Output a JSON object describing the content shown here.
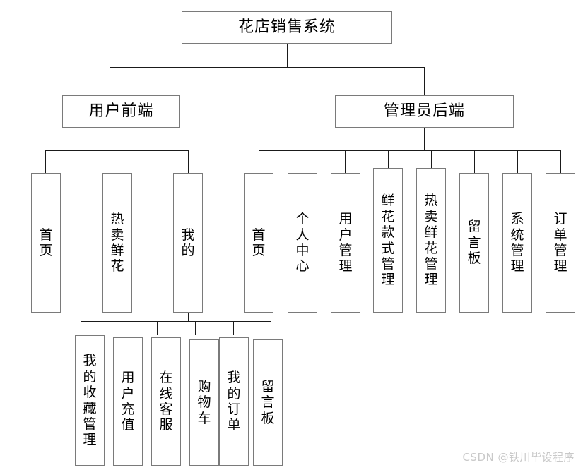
{
  "diagram": {
    "type": "tree",
    "title": "花店销售系统",
    "orientation": "top-down",
    "watermark": "CSDN @铁川毕设程序",
    "colors": {
      "box_border": "#7a7a7a",
      "line": "#1a1a1a",
      "text": "#000000",
      "background": "#ffffff",
      "watermark": "#c9c9c9"
    },
    "root": {
      "label": "花店销售系统"
    },
    "level2": [
      {
        "label": "用户前端"
      },
      {
        "label": "管理员后端"
      }
    ],
    "user_children": [
      {
        "label": "首页"
      },
      {
        "label": "热卖鲜花"
      },
      {
        "label": "我的"
      }
    ],
    "my_children": [
      {
        "label": "我的收藏管理"
      },
      {
        "label": "用户充值"
      },
      {
        "label": "在线客服"
      },
      {
        "label": "购物车"
      },
      {
        "label": "我的订单"
      },
      {
        "label": "留言板"
      }
    ],
    "admin_children": [
      {
        "label": "首页"
      },
      {
        "label": "个人中心"
      },
      {
        "label": "用户管理"
      },
      {
        "label": "鲜花款式管理"
      },
      {
        "label": "热卖鲜花管理"
      },
      {
        "label": "留言板"
      },
      {
        "label": "系统管理"
      },
      {
        "label": "订单管理"
      }
    ]
  }
}
